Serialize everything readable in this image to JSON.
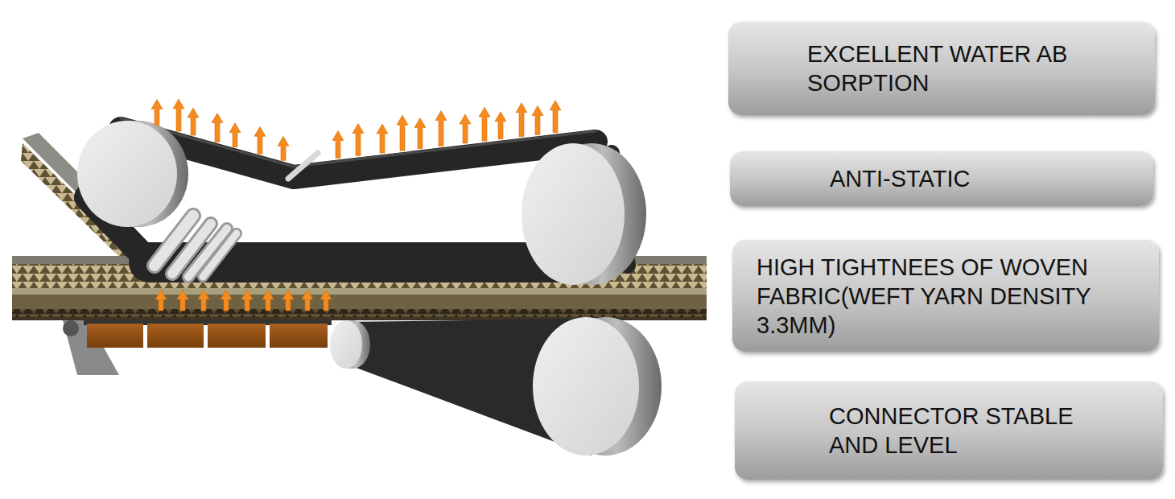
{
  "diagram": {
    "nodes": [
      {
        "text": [
          "EXCELLENT WATER AB SORPTION"
        ]
      },
      {
        "text": [
          "ANTI-STATIC"
        ]
      },
      {
        "text": [
          "HIGH TIGHTNEES OF WOVEN FABRIC(WEFT YARN DENSITY 3.3MM)"
        ]
      },
      {
        "text": [
          "CONNECTOR STABLE AND LEVEL"
        ]
      }
    ]
  }
}
